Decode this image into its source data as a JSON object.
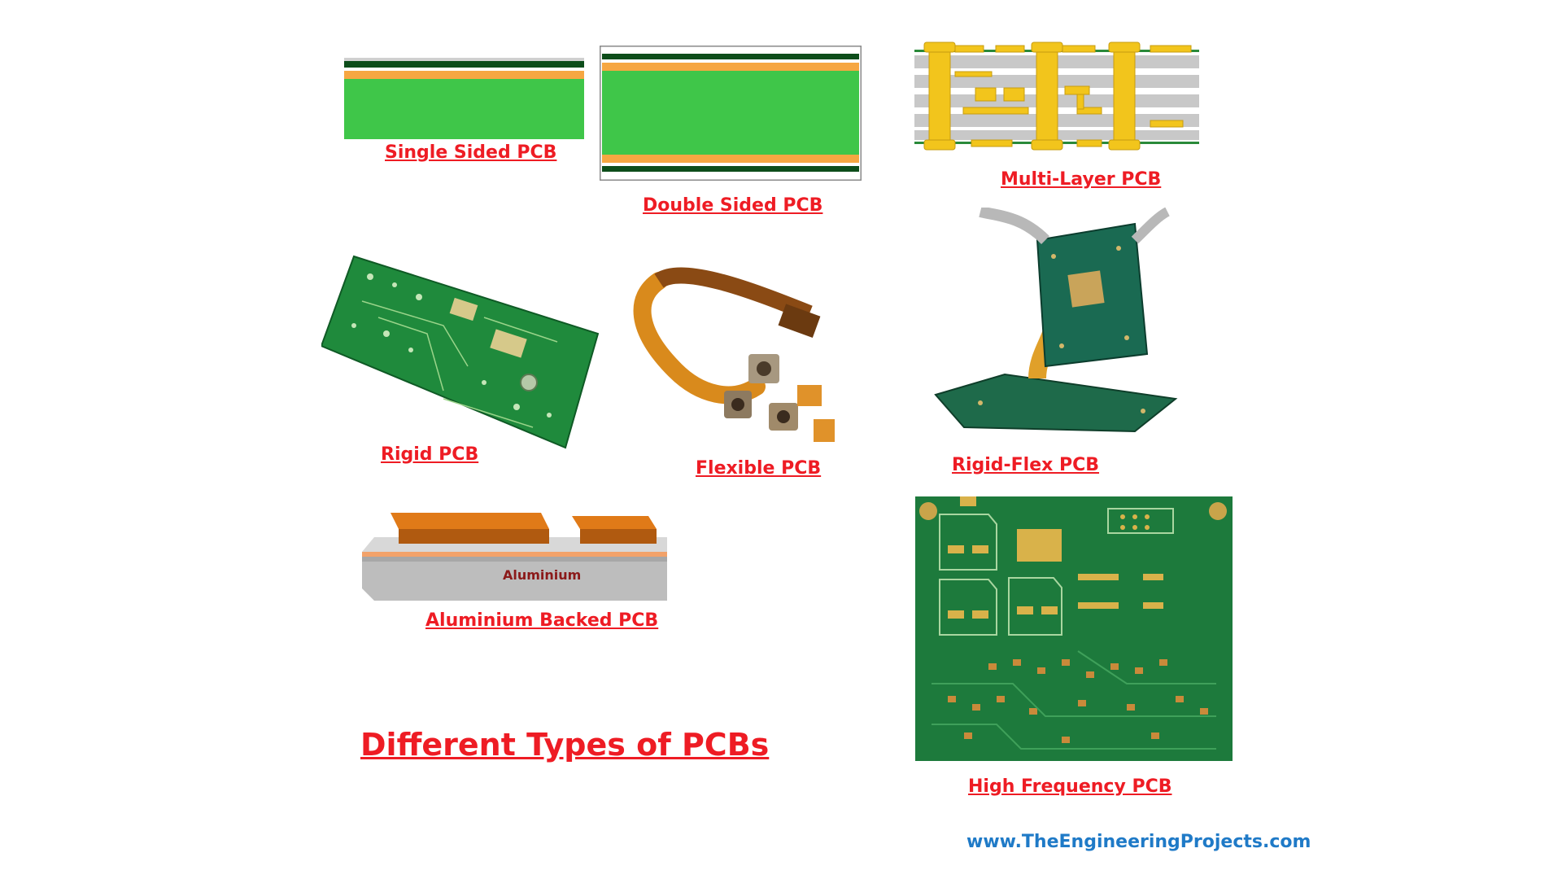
{
  "title": "Different Types of PCBs",
  "website": "www.TheEngineeringProjects.com",
  "panels": {
    "single_sided": {
      "label": "Single Sided PCB"
    },
    "double_sided": {
      "label": "Double Sided PCB"
    },
    "multi_layer": {
      "label": "Multi-Layer PCB"
    },
    "rigid": {
      "label": "Rigid PCB"
    },
    "flexible": {
      "label": "Flexible PCB"
    },
    "rigid_flex": {
      "label": "Rigid-Flex PCB"
    },
    "aluminium": {
      "label": "Aluminium Backed PCB",
      "layer_label": "Aluminium"
    },
    "high_frequency": {
      "label": "High Frequency PCB"
    }
  },
  "colors": {
    "label": "#ee1c24",
    "substrate": "#3fc649",
    "copper": "#f6a742",
    "soldermask": "#0d4d1a",
    "gold": "#f2c51c",
    "board_green": "#1c7a3a",
    "website": "#1f7ac7"
  }
}
